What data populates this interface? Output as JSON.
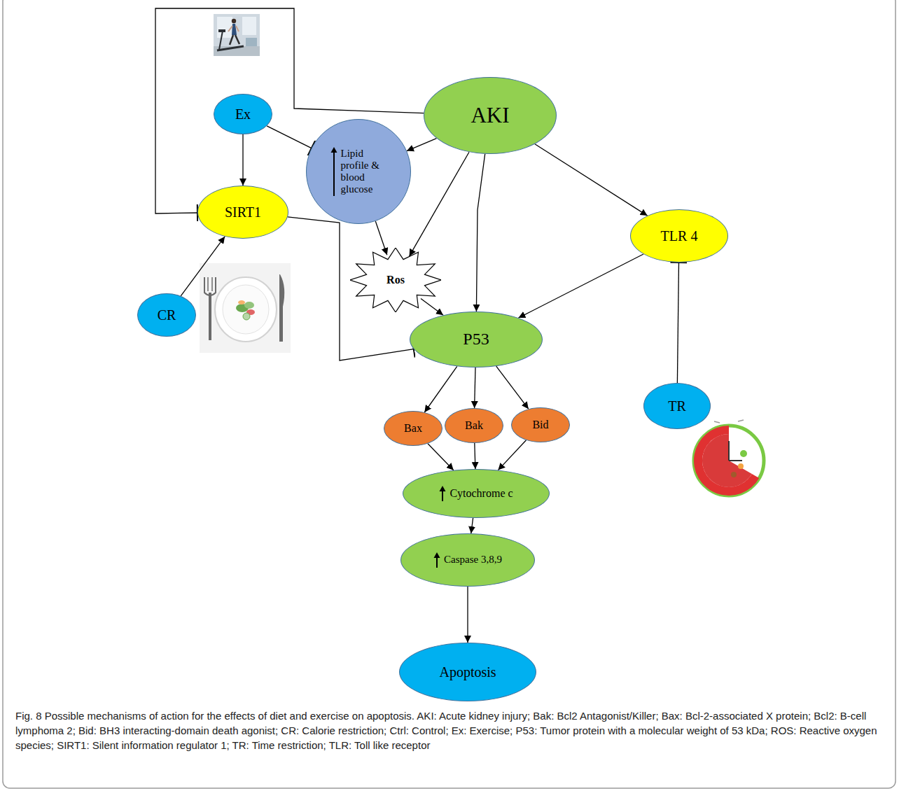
{
  "diagram": {
    "caption": "Fig. 8 Possible mechanisms of action for the effects of diet and exercise on apoptosis. AKI: Acute kidney injury; Bak: Bcl2 Antagonist/Killer; Bax: Bcl-2-associated X protein; Bcl2: B-cell lymphoma 2; Bid: BH3 interacting-domain death agonist; CR: Calorie restriction; Ctrl: Control; Ex: Exercise; P53: Tumor protein with a molecular weight of 53 kDa; ROS: Reactive oxygen species; SIRT1: Silent information regulator 1; TR: Time restriction; TLR: Toll like receptor",
    "nodes": [
      {
        "text": [
          "Ex"
        ]
      },
      {
        "text": [
          "AKI"
        ]
      },
      {
        "text": [
          "Lipid profile & blood glucose"
        ]
      },
      {
        "text": [
          "SIRT1"
        ]
      },
      {
        "text": [
          "TLR 4"
        ]
      },
      {
        "text": [
          "Ros"
        ]
      },
      {
        "text": [
          "CR"
        ]
      },
      {
        "text": [
          "P53"
        ]
      },
      {
        "text": [
          "TR"
        ]
      },
      {
        "text": [
          "Bax"
        ]
      },
      {
        "text": [
          "Bak"
        ]
      },
      {
        "text": [
          "Bid"
        ]
      },
      {
        "text": [
          "Cytochrome c"
        ]
      },
      {
        "text": [
          "Caspase 3,8,9"
        ]
      },
      {
        "text": [
          "Apoptosis"
        ]
      }
    ],
    "edges": [
      {
        "from": 1,
        "to": 3,
        "arrow": "to"
      },
      {
        "from": 0,
        "to": 3,
        "arrow": "to"
      },
      {
        "from": 0,
        "to": 2,
        "arrow": "to"
      },
      {
        "from": 1,
        "to": 2,
        "arrow": "to"
      },
      {
        "from": 1,
        "to": 5,
        "arrow": "to"
      },
      {
        "from": 1,
        "to": 7,
        "arrow": "to"
      },
      {
        "from": 1,
        "to": 4,
        "arrow": "to"
      },
      {
        "from": 2,
        "to": 5,
        "arrow": "to"
      },
      {
        "from": 3,
        "to": 7,
        "arrow": "to"
      },
      {
        "from": 6,
        "to": 3,
        "arrow": "to"
      },
      {
        "from": 5,
        "to": 7,
        "arrow": "to"
      },
      {
        "from": 4,
        "to": 7,
        "arrow": "to"
      },
      {
        "from": 8,
        "to": 4,
        "arrow": "to"
      },
      {
        "from": 7,
        "to": 9,
        "arrow": "to"
      },
      {
        "from": 7,
        "to": 10,
        "arrow": "to"
      },
      {
        "from": 7,
        "to": 11,
        "arrow": "to"
      },
      {
        "from": 9,
        "to": 12,
        "arrow": "to"
      },
      {
        "from": 10,
        "to": 12,
        "arrow": "to"
      },
      {
        "from": 11,
        "to": 12,
        "arrow": "to"
      },
      {
        "from": 12,
        "to": 13,
        "arrow": "to"
      },
      {
        "from": 13,
        "to": 14,
        "arrow": "to"
      }
    ]
  }
}
